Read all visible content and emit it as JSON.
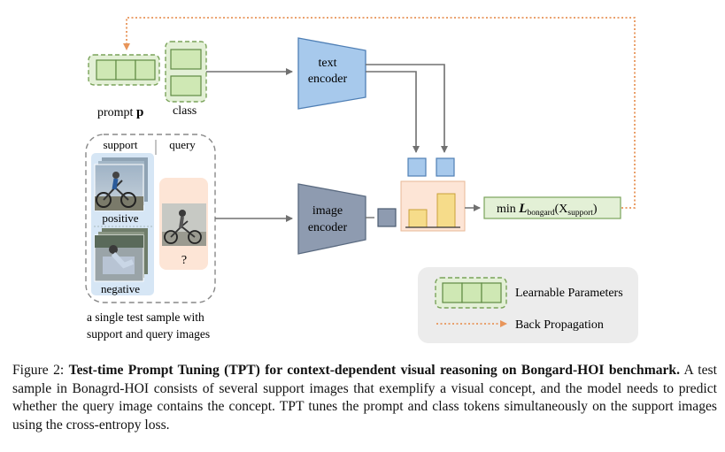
{
  "diagram": {
    "prompt_label": "prompt",
    "prompt_symbol": "p",
    "class_label": "class",
    "text_encoder": [
      "text",
      "encoder"
    ],
    "image_encoder": [
      "image",
      "encoder"
    ],
    "support_label": "support",
    "query_label": "query",
    "positive_label": "positive",
    "negative_label": "negative",
    "query_mark": "?",
    "sample_caption": [
      "a single test sample with",
      "support and query images"
    ],
    "loss": {
      "prefix": "min ",
      "L": "L",
      "L_sub": "bongard",
      "arg_open": "(X",
      "arg_sub": "support",
      "arg_close": ")"
    },
    "legend": {
      "learnable": "Learnable Parameters",
      "backprop": "Back Propagation"
    },
    "colors": {
      "green_fill": "#cfe8b4",
      "green_stroke": "#7aa35a",
      "blue_fill": "#a7c9ec",
      "blue_stroke": "#4f7fb5",
      "gray_encoder": "#8e9bb0",
      "orange_panel": "#fde5d6",
      "bar_yellow": "#f6dc8a",
      "backprop": "#e8955a",
      "legend_bg": "#ececec"
    }
  },
  "caption": {
    "label": "Figure 2:",
    "bold": "Test-time Prompt Tuning (TPT) for context-dependent visual reasoning on Bongard-HOI benchmark.",
    "text": "A test sample in Bonagrd-HOI consists of several support images that exemplify a visual concept, and the model needs to predict whether the query image contains the concept. TPT tunes the prompt and class tokens simultaneously on the support images using the cross-entropy loss."
  }
}
